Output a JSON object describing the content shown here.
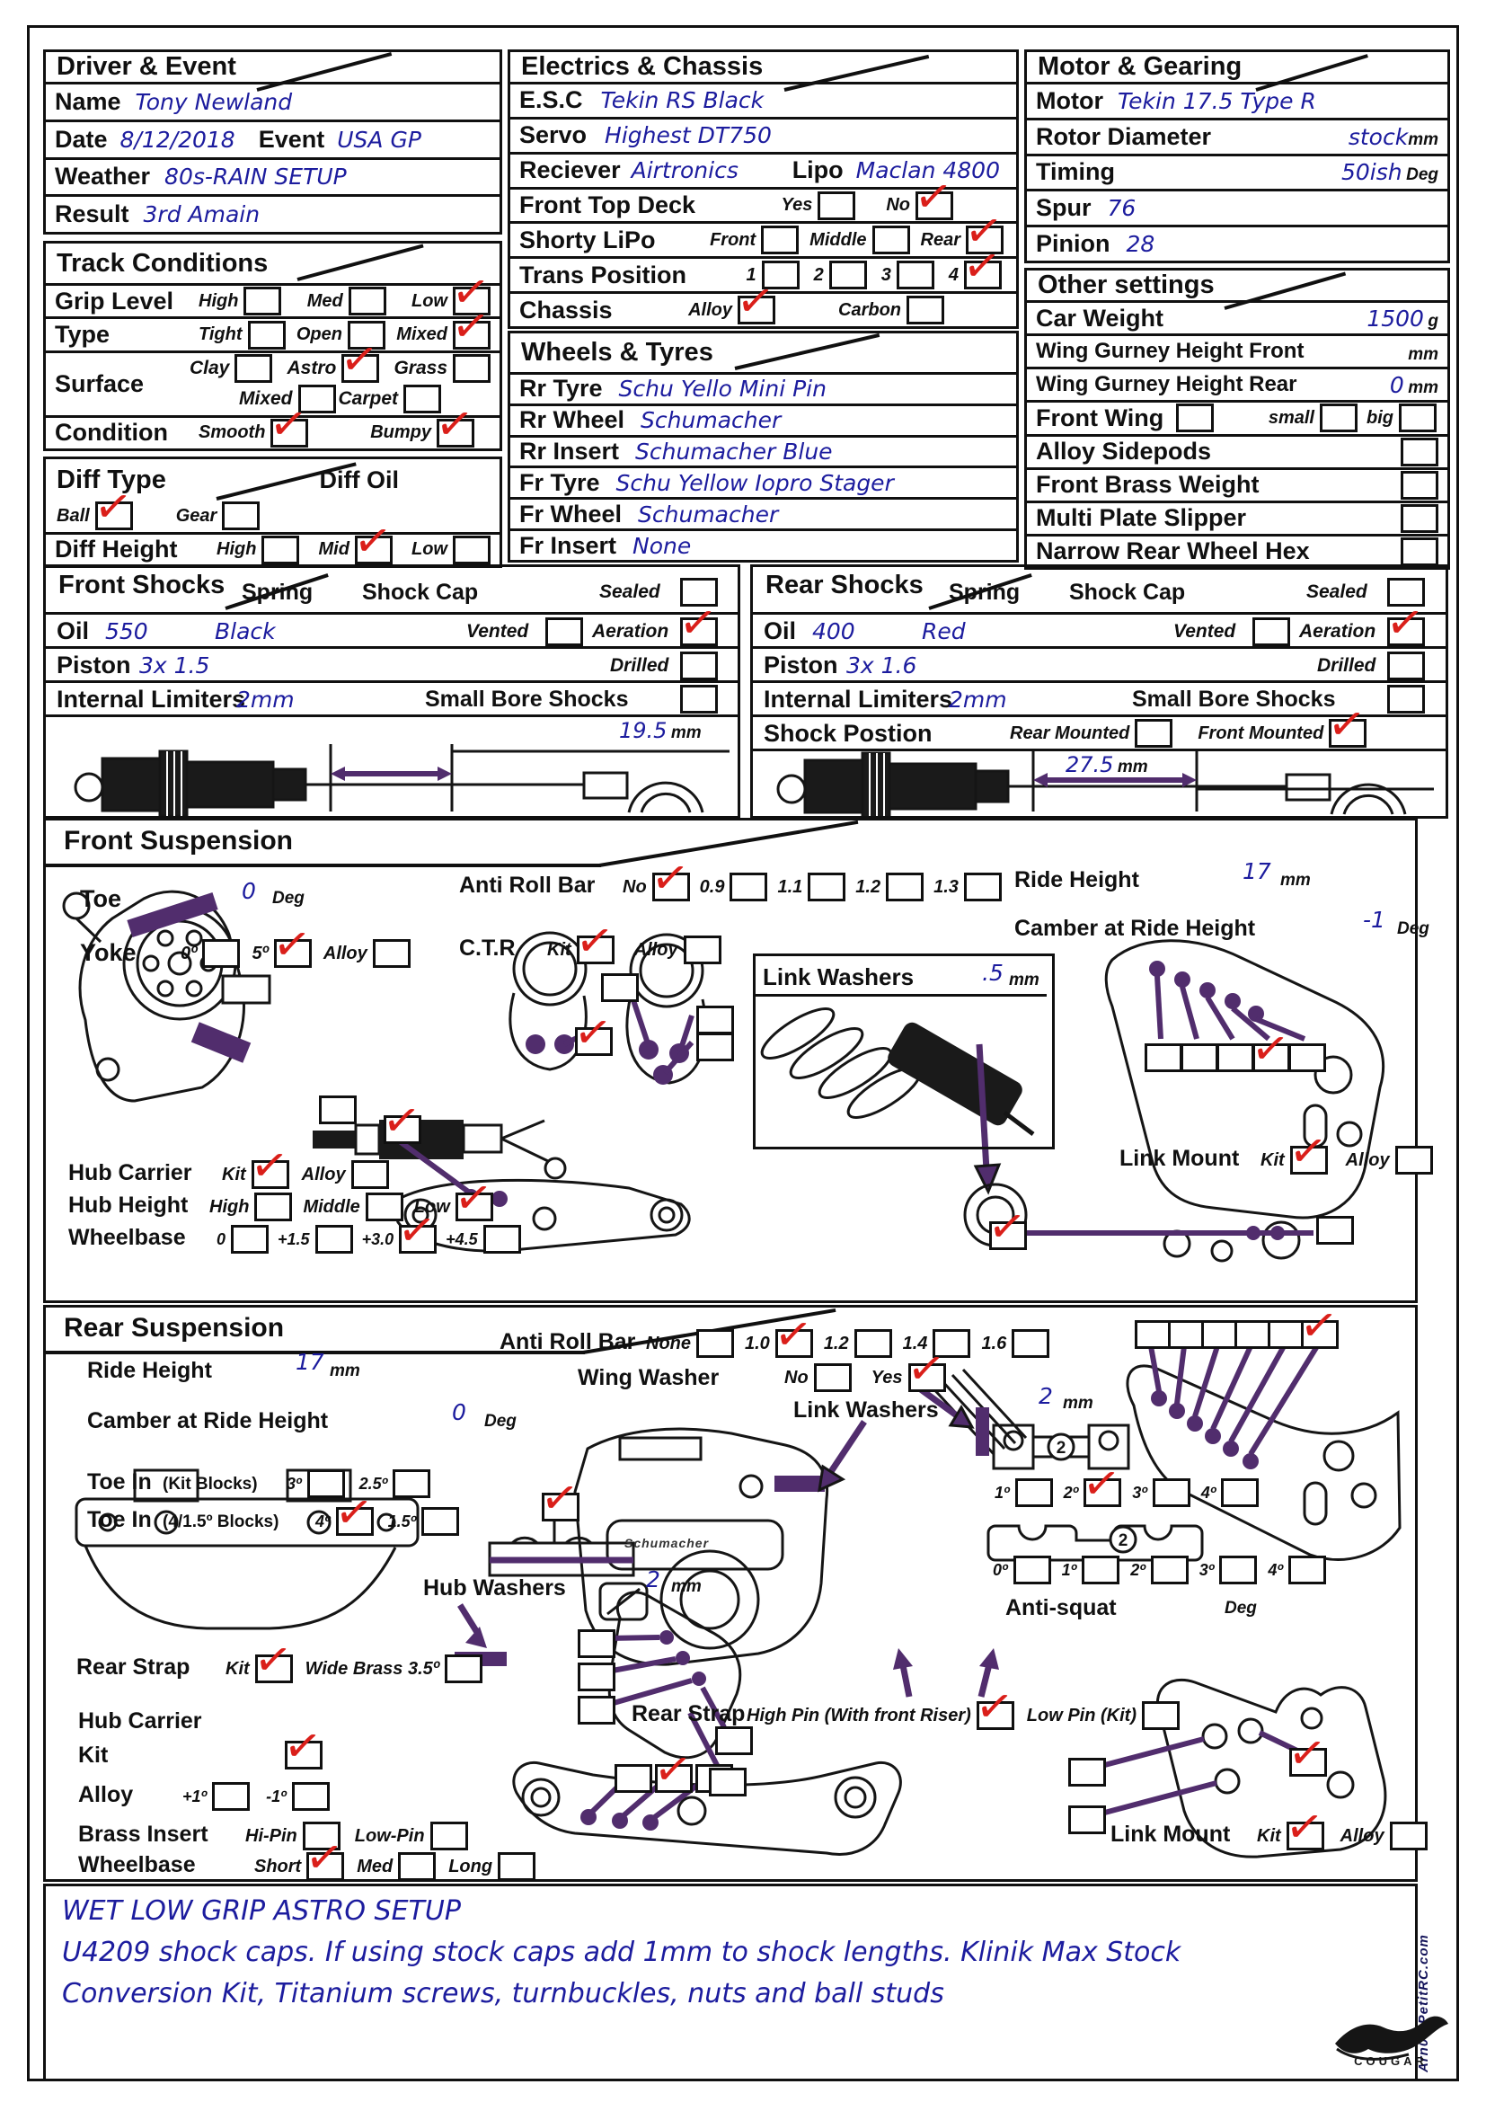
{
  "meta": {
    "credit": "Arn0 / PetitRC.com",
    "logo_text": "COUGAR"
  },
  "driver_event": {
    "title": "Driver & Event",
    "name_label": "Name",
    "name": "Tony Newland",
    "date_label": "Date",
    "date": "8/12/2018",
    "event_label": "Event",
    "event": "USA GP",
    "weather_label": "Weather",
    "weather": "80s-RAIN SETUP",
    "result_label": "Result",
    "result": "3rd Amain"
  },
  "track": {
    "title": "Track Conditions",
    "grip_label": "Grip Level",
    "grip": [
      {
        "t": "High",
        "c": false
      },
      {
        "t": "Med",
        "c": false
      },
      {
        "t": "Low",
        "c": true
      }
    ],
    "type_label": "Type",
    "type": [
      {
        "t": "Tight",
        "c": false
      },
      {
        "t": "Open",
        "c": false
      },
      {
        "t": "Mixed",
        "c": true
      }
    ],
    "surface_label": "Surface",
    "surface1": [
      {
        "t": "Clay",
        "c": false
      },
      {
        "t": "Astro",
        "c": true
      },
      {
        "t": "Grass",
        "c": false
      }
    ],
    "surface2": [
      {
        "t": "Mixed",
        "c": false
      },
      {
        "t": "Carpet",
        "c": false
      }
    ],
    "condition_label": "Condition",
    "condition": [
      {
        "t": "Smooth",
        "c": true
      },
      {
        "t": "Bumpy",
        "c": true
      }
    ]
  },
  "diff": {
    "title": "Diff Type",
    "oil_label": "Diff Oil",
    "kind": [
      {
        "t": "Ball",
        "c": true
      },
      {
        "t": "Gear",
        "c": false
      }
    ],
    "height_label": "Diff Height",
    "height": [
      {
        "t": "High",
        "c": false
      },
      {
        "t": "Mid",
        "c": true
      },
      {
        "t": "Low",
        "c": false
      }
    ]
  },
  "electrics": {
    "title": "Electrics & Chassis",
    "esc_label": "E.S.C",
    "esc": "Tekin RS Black",
    "servo_label": "Servo",
    "servo": "Highest DT750",
    "receiver_label": "Reciever",
    "receiver": "Airtronics",
    "lipo_label": "Lipo",
    "lipo": "Maclan 4800",
    "topdeck_label": "Front Top Deck",
    "topdeck": [
      {
        "t": "Yes",
        "c": false
      },
      {
        "t": "No",
        "c": true
      }
    ],
    "shorty_label": "Shorty LiPo",
    "shorty": [
      {
        "t": "Front",
        "c": false
      },
      {
        "t": "Middle",
        "c": false
      },
      {
        "t": "Rear",
        "c": true
      }
    ],
    "trans_label": "Trans Position",
    "trans": [
      {
        "t": "1",
        "c": false
      },
      {
        "t": "2",
        "c": false
      },
      {
        "t": "3",
        "c": false
      },
      {
        "t": "4",
        "c": true
      }
    ],
    "chassis_label": "Chassis",
    "chassis": [
      {
        "t": "Alloy",
        "c": true
      },
      {
        "t": "Carbon",
        "c": false
      }
    ]
  },
  "wheels": {
    "title": "Wheels & Tyres",
    "rows": [
      {
        "label": "Rr Tyre",
        "value": "Schu Yello Mini Pin"
      },
      {
        "label": "Rr Wheel",
        "value": "Schumacher"
      },
      {
        "label": "Rr Insert",
        "value": "Schumacher Blue"
      },
      {
        "label": "Fr Tyre",
        "value": "Schu Yellow Iopro Stager"
      },
      {
        "label": "Fr Wheel",
        "value": "Schumacher"
      },
      {
        "label": "Fr Insert",
        "value": "None"
      }
    ]
  },
  "motor": {
    "title": "Motor & Gearing",
    "motor_label": "Motor",
    "motor": "Tekin 17.5 Type R",
    "rotor_label": "Rotor Diameter",
    "rotor": "stock",
    "rotor_unit": "mm",
    "timing_label": "Timing",
    "timing": "50ish",
    "timing_unit": "Deg",
    "spur_label": "Spur",
    "spur": "76",
    "pinion_label": "Pinion",
    "pinion": "28"
  },
  "other": {
    "title": "Other settings",
    "weight_label": "Car Weight",
    "weight": "1500",
    "weight_unit": "g",
    "wgf_label": "Wing Gurney Height Front",
    "wgf": "",
    "wgf_unit": "mm",
    "wgr_label": "Wing Gurney Height Rear",
    "wgr": "0",
    "wgr_unit": "mm",
    "wing_label": "Front Wing",
    "wing_checked": false,
    "wing_opts": [
      {
        "t": "small",
        "c": false
      },
      {
        "t": "big",
        "c": false
      }
    ],
    "sidepods_label": "Alloy Sidepods",
    "sidepods": false,
    "brass_label": "Front Brass Weight",
    "brass": false,
    "slipper_label": "Multi Plate Slipper",
    "slipper": false,
    "hex_label": "Narrow Rear Wheel Hex",
    "hex": false
  },
  "front_shocks": {
    "title": "Front Shocks",
    "spring_label": "Spring",
    "cap_label": "Shock Cap",
    "sealed_label": "Sealed",
    "sealed": false,
    "oil_label": "Oil",
    "oil": "550",
    "spring": "Black",
    "vented_label": "Vented",
    "vented": false,
    "aeration_label": "Aeration",
    "aeration": true,
    "piston_label": "Piston",
    "piston": "3x 1.5",
    "drilled_label": "Drilled",
    "drilled": false,
    "limiters_label": "Internal Limiters",
    "limiters": "2mm",
    "smallbore_label": "Small Bore Shocks",
    "smallbore": false,
    "length": "19.5",
    "length_unit": "mm"
  },
  "rear_shocks": {
    "title": "Rear Shocks",
    "spring_label": "Spring",
    "cap_label": "Shock Cap",
    "sealed_label": "Sealed",
    "sealed": false,
    "oil_label": "Oil",
    "oil": "400",
    "spring": "Red",
    "vented_label": "Vented",
    "vented": false,
    "aeration_label": "Aeration",
    "aeration": true,
    "piston_label": "Piston",
    "piston": "3x 1.6",
    "drilled_label": "Drilled",
    "drilled": false,
    "limiters_label": "Internal Limiters",
    "limiters": "2mm",
    "smallbore_label": "Small Bore Shocks",
    "smallbore": false,
    "position_label": "Shock Postion",
    "position": [
      {
        "t": "Rear Mounted",
        "c": false
      },
      {
        "t": "Front Mounted",
        "c": true
      }
    ],
    "length": "27.5",
    "length_unit": "mm"
  },
  "front_susp": {
    "title": "Front Suspension",
    "toe_label": "Toe",
    "toe": "0",
    "toe_unit": "Deg",
    "yoke_label": "Yoke",
    "yoke": [
      {
        "t": "0º",
        "c": false
      },
      {
        "t": "5º",
        "c": true
      },
      {
        "t": "Alloy",
        "c": false
      }
    ],
    "arb_label": "Anti Roll Bar",
    "arb": [
      {
        "t": "No",
        "c": true
      },
      {
        "t": "0.9",
        "c": false
      },
      {
        "t": "1.1",
        "c": false
      },
      {
        "t": "1.2",
        "c": false
      },
      {
        "t": "1.3",
        "c": false
      }
    ],
    "ctr_label": "C.T.R",
    "ctr": [
      {
        "t": "Kit",
        "c": true
      },
      {
        "t": "Alloy",
        "c": false
      }
    ],
    "ride_label": "Ride Height",
    "ride": "17",
    "ride_unit": "mm",
    "camber_label": "Camber at Ride Height",
    "camber": "-1",
    "camber_unit": "Deg",
    "lw_label": "Link Washers",
    "lw": ".5",
    "lw_unit": "mm",
    "lm_label": "Link Mount",
    "lm": [
      {
        "t": "Kit",
        "c": true
      },
      {
        "t": "Alloy",
        "c": false
      }
    ],
    "hc_label": "Hub Carrier",
    "hc": [
      {
        "t": "Kit",
        "c": true
      },
      {
        "t": "Alloy",
        "c": false
      }
    ],
    "hh_label": "Hub Height",
    "hh": [
      {
        "t": "High",
        "c": false
      },
      {
        "t": "Middle",
        "c": false
      },
      {
        "t": "Low",
        "c": true
      }
    ],
    "wb_label": "Wheelbase",
    "wb": [
      {
        "t": "0",
        "c": false
      },
      {
        "t": "+1.5",
        "c": false
      },
      {
        "t": "+3.0",
        "c": true
      },
      {
        "t": "+4.5",
        "c": false
      }
    ],
    "tower": [
      false,
      false,
      false,
      true,
      false
    ],
    "cluster": [
      true,
      false,
      false,
      false
    ],
    "pair": [
      false,
      true
    ],
    "bottom": [
      true,
      false
    ]
  },
  "rear_susp": {
    "title": "Rear Suspension",
    "ride_label": "Ride Height",
    "ride": "17",
    "ride_unit": "mm",
    "camber_label": "Camber at Ride Height",
    "camber": "0",
    "camber_unit": "Deg",
    "toekit_label": "Toe In",
    "toekit_sub": "(Kit Blocks)",
    "toekit": [
      {
        "t": "3º",
        "c": false
      },
      {
        "t": "2.5º",
        "c": false
      }
    ],
    "toe415_label": "Toe In",
    "toe415_sub": "(4/1.5º Blocks)",
    "toe415": [
      {
        "t": "4º",
        "c": true
      },
      {
        "t": "1.5º",
        "c": false
      }
    ],
    "arb_label": "Anti Roll Bar",
    "arb": [
      {
        "t": "None",
        "c": false
      },
      {
        "t": "1.0",
        "c": true
      },
      {
        "t": "1.2",
        "c": false
      },
      {
        "t": "1.4",
        "c": false
      },
      {
        "t": "1.6",
        "c": false
      }
    ],
    "ww_label": "Wing Washer",
    "ww": [
      {
        "t": "No",
        "c": false
      },
      {
        "t": "Yes",
        "c": true
      }
    ],
    "lw_label": "Link Washers",
    "lw": "2",
    "lw_unit": "mm",
    "hw_label": "Hub Washers",
    "hw": "2",
    "hw_unit": "mm",
    "pins1": [
      {
        "t": "1º",
        "c": false
      },
      {
        "t": "2º",
        "c": true
      },
      {
        "t": "3º",
        "c": false
      },
      {
        "t": "4º",
        "c": false
      }
    ],
    "pins2": [
      {
        "t": "0º",
        "c": false
      },
      {
        "t": "1º",
        "c": false
      },
      {
        "t": "2º",
        "c": false
      },
      {
        "t": "3º",
        "c": false
      },
      {
        "t": "4º",
        "c": false
      }
    ],
    "antisquat_label": "Anti-squat",
    "antisquat": "",
    "antisquat_unit": "Deg",
    "strap1_label": "Rear Strap",
    "strap1": [
      {
        "t": "Kit",
        "c": true
      },
      {
        "t": "Wide Brass 3.5º",
        "c": false
      }
    ],
    "hc_label": "Hub Carrier",
    "kit_label": "Kit",
    "kit": true,
    "alloy_label": "Alloy",
    "alloy": [
      {
        "t": "+1º",
        "c": false
      },
      {
        "t": "-1º",
        "c": false
      }
    ],
    "brass_label": "Brass Insert",
    "brass": [
      {
        "t": "Hi-Pin",
        "c": false
      },
      {
        "t": "Low-Pin",
        "c": false
      }
    ],
    "wb_label": "Wheelbase",
    "wb": [
      {
        "t": "Short",
        "c": true
      },
      {
        "t": "Med",
        "c": false
      },
      {
        "t": "Long",
        "c": false
      }
    ],
    "strap2_label": "Rear Strap",
    "strap2": [
      {
        "t": "High Pin (With front Riser)",
        "c": true
      },
      {
        "t": "Low Pin (Kit)",
        "c": false
      }
    ],
    "lm_label": "Link Mount",
    "lm": [
      {
        "t": "Kit",
        "c": true
      },
      {
        "t": "Alloy",
        "c": false
      }
    ],
    "tower": [
      false,
      false,
      false,
      false,
      false,
      true
    ],
    "arm": [
      false,
      true,
      false
    ],
    "leftcol": [
      false,
      false,
      false
    ],
    "leftpair": [
      false,
      false
    ],
    "plate_left": [
      false,
      false
    ],
    "plate_right": true,
    "arbmount": true,
    "hub_brand": "Schumacher",
    "block_badge": "2"
  },
  "notes": {
    "line1": "WET LOW GRIP ASTRO SETUP",
    "line2": "U4209 shock caps. If using stock caps add 1mm to shock lengths. Klinik Max Stock",
    "line3": "Conversion Kit, Titanium screws, turnbuckles, nuts and ball studs"
  }
}
